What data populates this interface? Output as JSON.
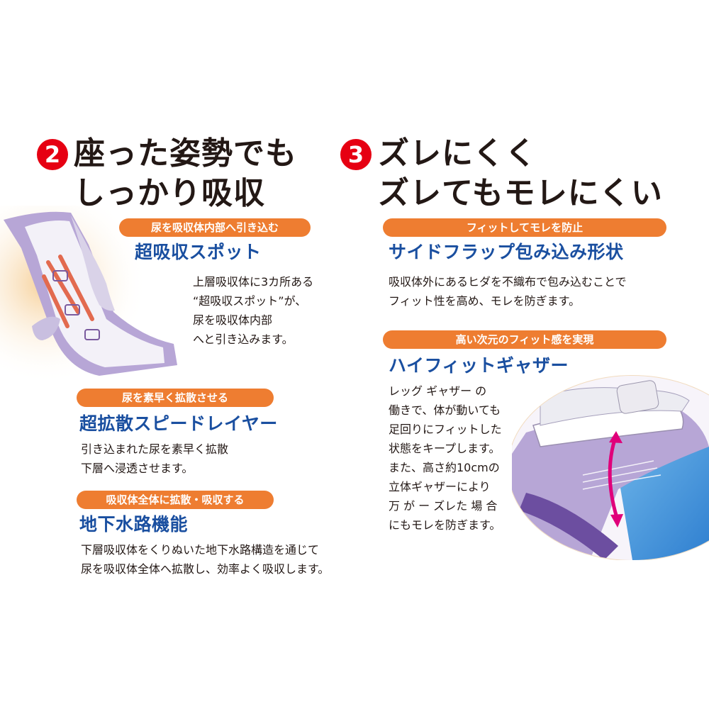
{
  "section2": {
    "number": "2",
    "title_line1": "座った姿勢でも",
    "title_line2": "しっかり吸収",
    "features": [
      {
        "pill": "尿を吸収体内部へ引き込む",
        "title": "超吸収スポット",
        "body": "上層吸収体に3カ所ある\n“超吸収スポット”が、\n尿を吸収体内部\nへと引き込みます。"
      },
      {
        "pill": "尿を素早く拡散させる",
        "title": "超拡散スピードレイヤー",
        "body": "引き込まれた尿を素早く拡散\n下層へ浸透させます。"
      },
      {
        "pill": "吸収体全体に拡散・吸収する",
        "title": "地下水路機能",
        "body": "下層吸収体をくりぬいた地下水路構造を通じて\n尿を吸収体全体へ拡散し、効率よく吸収します。"
      }
    ]
  },
  "section3": {
    "number": "3",
    "title_line1": "ズレにくく",
    "title_line2": "ズレてもモレにくい",
    "features": [
      {
        "pill": "フィットしてモレを防止",
        "title": "サイドフラップ包み込み形状",
        "body": "吸収体外にあるヒダを不織布で包み込むことで\nフィット性を高め、モレを防ぎます。"
      },
      {
        "pill": "高い次元のフィット感を実現",
        "title": "ハイフィットギャザー",
        "body": "レッグ ギャザー の\n働きで、体が動いても\n足回りにフィットした\n状態をキープします。\nまた、高さ約10cmの\n立体ギャザーにより\n万 が ー ズレた 場 合\nにもモレを防ぎます。"
      }
    ]
  },
  "colors": {
    "badge": "#e60012",
    "pill": "#ee7d31",
    "subtitle": "#1a4fa0",
    "pad_purple": "#b7a6d6"
  }
}
